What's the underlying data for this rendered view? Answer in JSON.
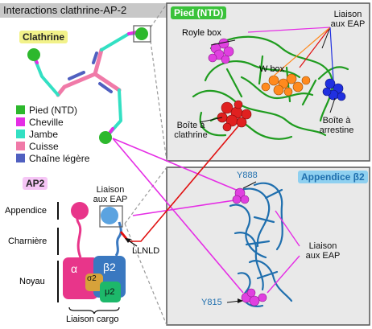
{
  "title": "Interactions clathrine-AP-2",
  "clathrin_label": "Clathrine",
  "legend": [
    {
      "label": "Pied (NTD)",
      "color": "#2db82d"
    },
    {
      "label": "Cheville",
      "color": "#e52ee5"
    },
    {
      "label": "Jambe",
      "color": "#33e0c3"
    },
    {
      "label": "Cuisse",
      "color": "#f07aa8"
    },
    {
      "label": "Chaîne légère",
      "color": "#5060c0"
    }
  ],
  "ap2": {
    "label": "AP2",
    "appendice": "Appendice",
    "charniere": "Charnière",
    "noyau": "Noyau",
    "alpha": "α",
    "beta2": "β2",
    "sigma2": "σ2",
    "mu2": "μ2",
    "liaison_eap_line1": "Liaison",
    "liaison_eap_line2": "aux EAP",
    "llnld": "LLNLD",
    "liaison_cargo": "Liaison cargo"
  },
  "pied_panel": {
    "label": "Pied (NTD)",
    "liaison_eap_line1": "Liaison",
    "liaison_eap_line2": "aux EAP",
    "royle_box": "Royle box",
    "w_box": "W box",
    "boite_clathrine_line1": "Boîte à",
    "boite_clathrine_line2": "clathrine",
    "boite_arrestine_line1": "Boîte à",
    "boite_arrestine_line2": "arrestine"
  },
  "appendice_panel": {
    "label": "Appendice β2",
    "y888": "Y888",
    "y815": "Y815",
    "liaison_eap_line1": "Liaison",
    "liaison_eap_line2": "aux EAP"
  },
  "colors": {
    "foot_green": "#2db82d",
    "ankle_magenta": "#e52ee5",
    "leg_cyan": "#33e0c3",
    "thigh_pink": "#f07aa8",
    "light_chain_blue": "#5060c0",
    "appendage_blue": "#1f6fae",
    "connector_red": "#e01010",
    "pied_label_bg": "#3ac23a",
    "app_label_bg": "#8fd0f0",
    "clathrin_label_bg": "#f2f28a",
    "ap2_label_bg": "#f6c6f6"
  }
}
